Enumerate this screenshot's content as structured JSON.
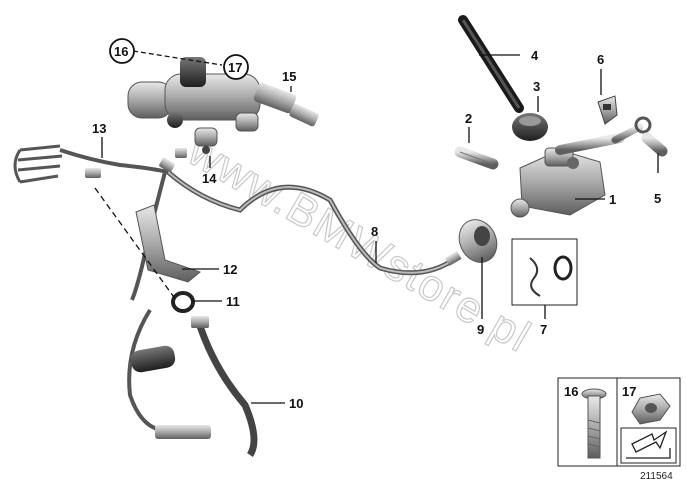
{
  "diagram": {
    "watermark": "www.BMWstore.pl",
    "part_numbers": [
      "1",
      "2",
      "3",
      "4",
      "5",
      "6",
      "7",
      "8",
      "9",
      "10",
      "11",
      "12",
      "13",
      "14",
      "15",
      "16",
      "17"
    ],
    "callout_circles": [
      "16",
      "17"
    ],
    "legend": {
      "item_a": "16",
      "item_b": "17"
    },
    "image_code": "211564"
  }
}
